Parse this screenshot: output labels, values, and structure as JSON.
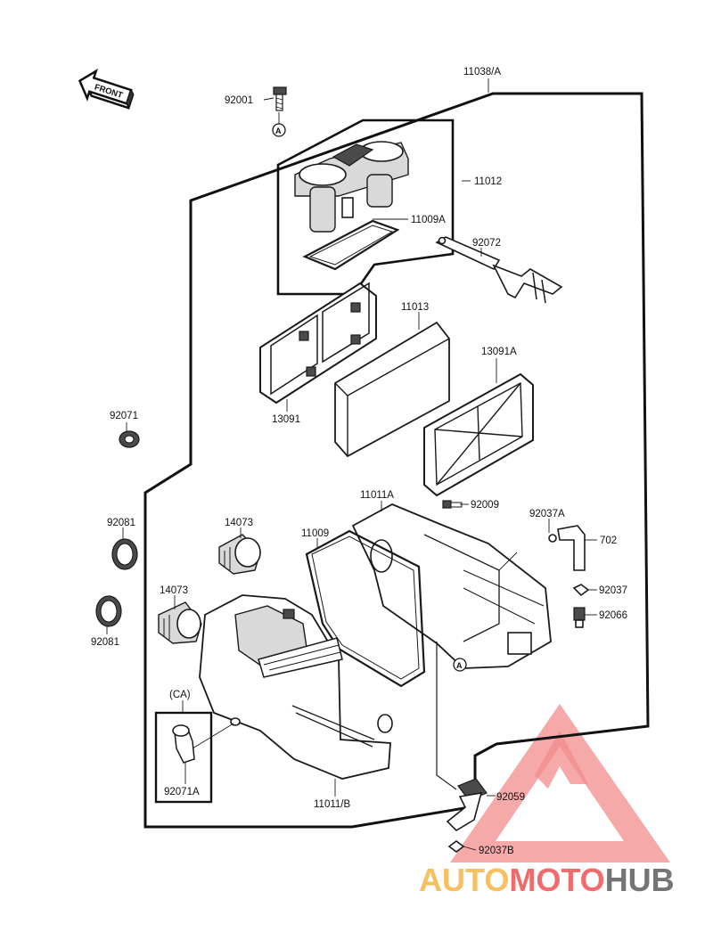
{
  "labels": {
    "front": "FRONT",
    "p11038A": "11038/A",
    "p92001": "92001",
    "p11012": "11012",
    "p11009A": "11009A",
    "p92072": "92072",
    "p11013": "11013",
    "p13091A": "13091A",
    "p13091": "13091",
    "p92071": "92071",
    "p11011A": "11011A",
    "p92009": "92009",
    "p92037A": "92037A",
    "p702": "702",
    "p92081a": "92081",
    "p14073a": "14073",
    "p11009": "11009",
    "p92037": "92037",
    "p14073b": "14073",
    "p92066": "92066",
    "p92081b": "92081",
    "pCA": "(CA)",
    "p92071A": "92071A",
    "p11011B": "11011/B",
    "p92059": "92059",
    "p92037B": "92037B",
    "refA1": "A",
    "refA2": "A"
  },
  "watermark": {
    "brand_part1": "AUTO",
    "brand_part2": "MOTO",
    "brand_part3": "HUB",
    "color_orange": "#f6b94e",
    "color_red": "#ef5b5b",
    "color_gray": "#666666"
  }
}
